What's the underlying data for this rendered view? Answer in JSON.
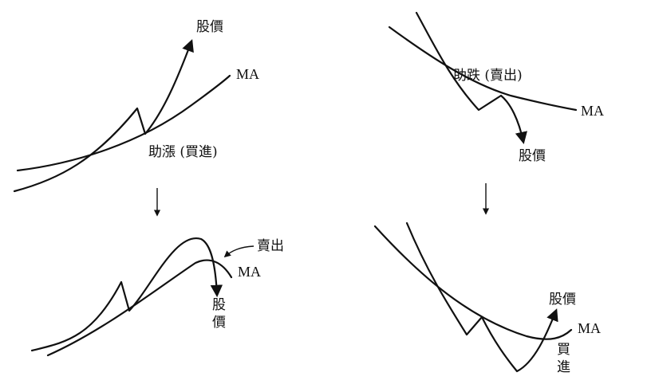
{
  "labels": {
    "price": "股價",
    "ma": "MA",
    "support_buy": "助漲 (買進)",
    "resist_sell": "助跌 (賣出)",
    "sell": "賣出",
    "price_v1": "股",
    "price_v2": "價",
    "buy_v1": "買",
    "buy_v2": "進"
  },
  "colors": {
    "line": "#111111",
    "background": "#ffffff"
  },
  "icons": {
    "down_arrow": "down-arrow-icon",
    "arrow_head": "arrow-head-icon"
  }
}
